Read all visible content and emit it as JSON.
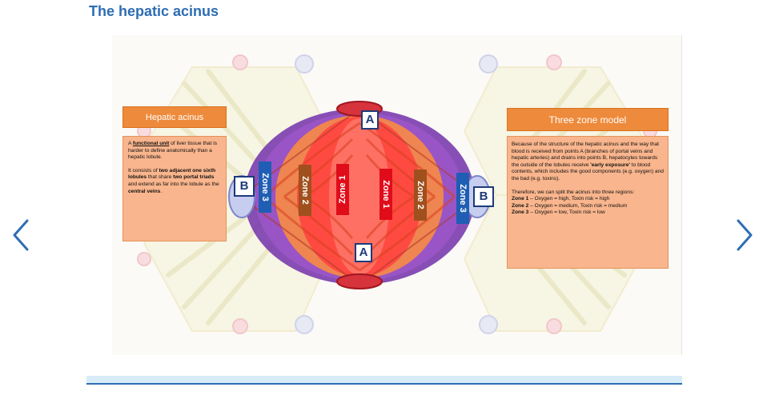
{
  "page": {
    "title": "The hepatic acinus"
  },
  "colors": {
    "accent": "#2e6db4",
    "panel_header": "#ee8a3b",
    "panel_body": "#f9b58d",
    "zone3": "#1f5eb4",
    "zone2": "#a0501d",
    "zone1": "#e00c1a"
  },
  "carousel": {
    "prev_icon": "chevron-left-icon",
    "next_icon": "chevron-right-icon"
  },
  "left_panel": {
    "title": "Hepatic acinus",
    "p1_pre": "A ",
    "p1_bold": "functional unit",
    "p1_post": " of liver tissue that is harder to define anatomically than a hepatic lobule.",
    "p2_pre": "It consists of ",
    "p2_bold1": "two adjacent one sixth lobules",
    "p2_mid": " that share ",
    "p2_bold2": "two portal triads",
    "p2_mid2": " and extend as far into the lobule as the ",
    "p2_bold3": "central veins",
    "p2_end": "."
  },
  "right_panel": {
    "title": "Three zone model",
    "p1_pre": "Because of the structure of the hepatic acinus and the way that blood is received from points A (branches of portal veins and hepatic arteries) and drains into points B, hepatocytes towards the outside of the lobules receive ",
    "p1_bold": "'early exposure'",
    "p1_post": " to blood contents, which includes the good components (e.g. oxygen) and the bad (e.g. toxins).",
    "p2": "Therefore, we can split the acinus into three regions:",
    "zones": [
      {
        "label": "Zone 1",
        "text": " – Oxygen = high, Toxin risk = high"
      },
      {
        "label": "Zone 2",
        "text": " – Oxygen = medium, Toxin risk = medium"
      },
      {
        "label": "Zone 3",
        "text": " – Oxygen = low, Toxin risk = low"
      }
    ]
  },
  "diagram": {
    "point_a_top": "A",
    "point_a_bottom": "A",
    "point_b_left": "B",
    "point_b_right": "B",
    "zone_labels": [
      "Zone 3",
      "Zone 2",
      "Zone 1",
      "Zone 1",
      "Zone 2",
      "Zone 3"
    ]
  }
}
